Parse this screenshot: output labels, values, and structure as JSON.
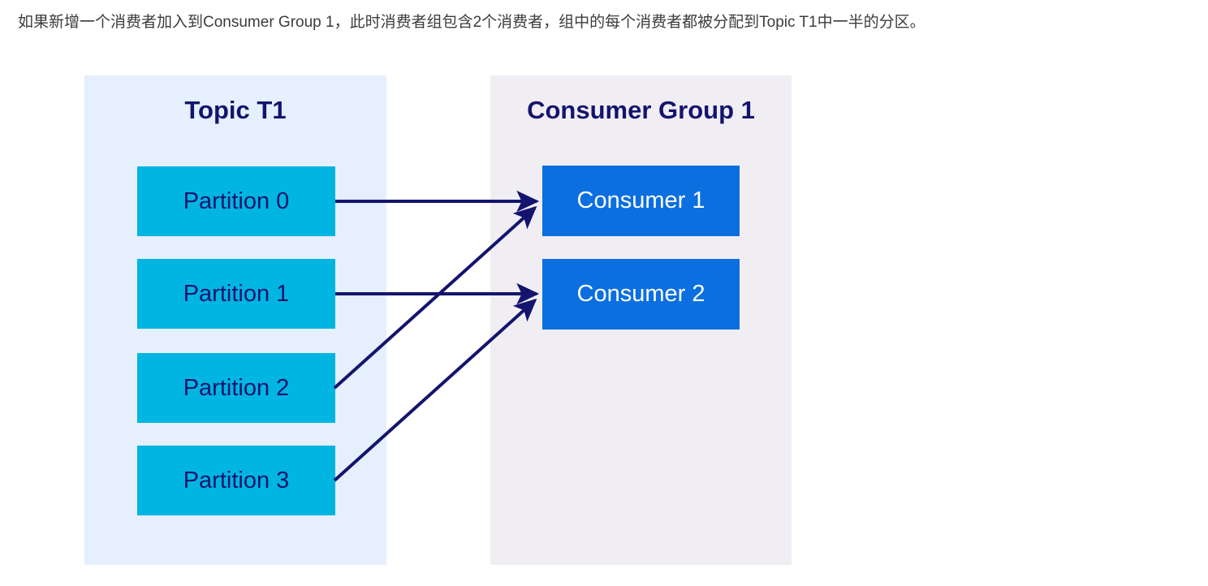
{
  "caption": {
    "text": "如果新增一个消费者加入到Consumer Group 1，此时消费者组包含2个消费者，组中的每个消费者都被分配到Topic T1中一半的分区。"
  },
  "colors": {
    "topic_panel_bg": "#e6effd",
    "group_panel_bg": "#f0eef3",
    "partition_fill": "#00b5e2",
    "partition_text": "#14146e",
    "consumer_fill": "#0b6fe0",
    "consumer_text": "#ffffff",
    "title_text": "#14146e",
    "arrow": "#14146e",
    "page_bg": "#ffffff"
  },
  "diagram": {
    "type": "node-link",
    "topic_panel": {
      "title": "Topic T1",
      "partitions": [
        {
          "label": "Partition 0"
        },
        {
          "label": "Partition 1"
        },
        {
          "label": "Partition 2"
        },
        {
          "label": "Partition 3"
        }
      ]
    },
    "group_panel": {
      "title": "Consumer Group 1",
      "consumers": [
        {
          "label": "Consumer 1"
        },
        {
          "label": "Consumer 2"
        }
      ]
    },
    "edges": [
      {
        "from": "Partition 0",
        "to": "Consumer 1",
        "style": "straight"
      },
      {
        "from": "Partition 1",
        "to": "Consumer 2",
        "style": "straight"
      },
      {
        "from": "Partition 2",
        "to": "Consumer 1",
        "style": "diagonal"
      },
      {
        "from": "Partition 3",
        "to": "Consumer 2",
        "style": "diagonal"
      }
    ]
  }
}
